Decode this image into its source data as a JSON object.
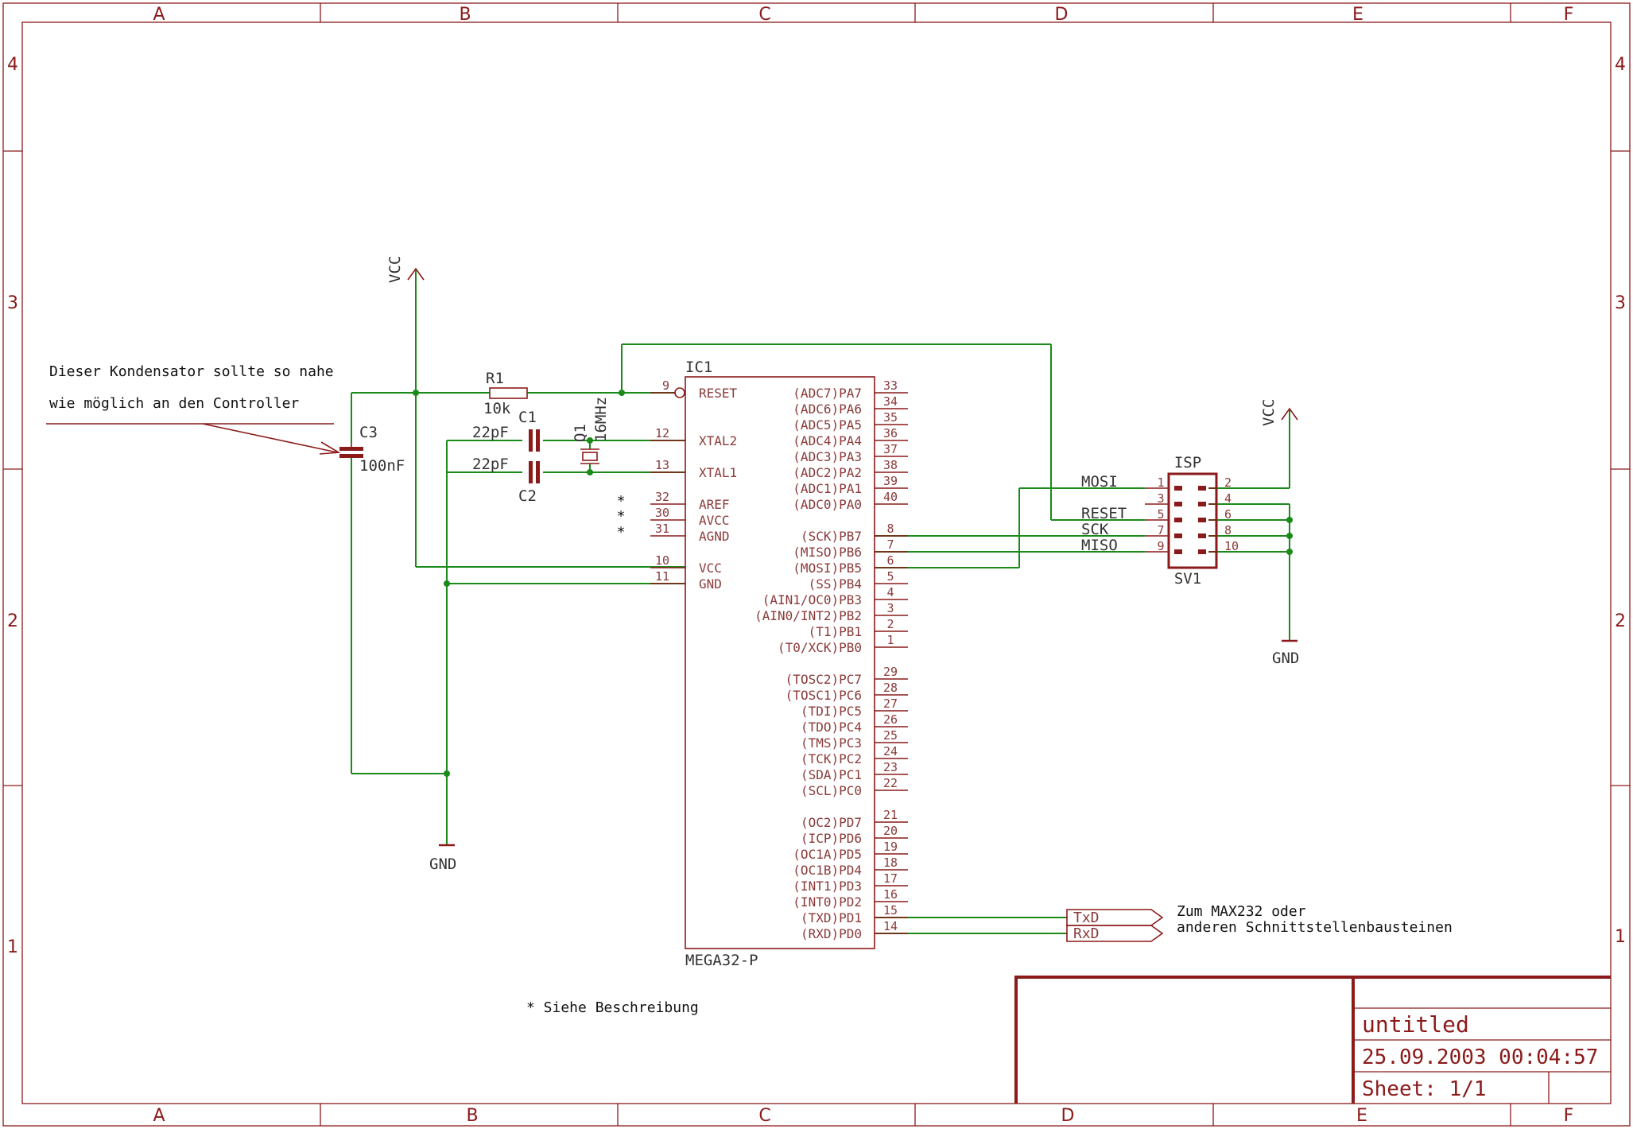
{
  "frame": {
    "columns": [
      "A",
      "B",
      "C",
      "D",
      "E",
      "F"
    ],
    "rows": [
      "4",
      "3",
      "2",
      "1"
    ]
  },
  "title_block": {
    "title": "untitled",
    "datetime": "25.09.2003 00:04:57",
    "sheet": "Sheet: 1/1"
  },
  "notes": {
    "capacitor_line1": "Dieser Kondensator sollte so nahe",
    "capacitor_line2": "wie möglich an den Controller",
    "footnote": "* Siehe Beschreibung",
    "uart_line1": "Zum MAX232 oder",
    "uart_line2": "anderen Schnittstellenbausteinen"
  },
  "power": {
    "vcc": "VCC",
    "gnd": "GND"
  },
  "components": {
    "r1": {
      "name": "R1",
      "value": "10k"
    },
    "c1": {
      "name": "C1",
      "value": "22pF"
    },
    "c2": {
      "name": "C2",
      "value": "22pF"
    },
    "c3": {
      "name": "C3",
      "value": "100nF"
    },
    "q1": {
      "name": "Q1",
      "value": "16MHz"
    },
    "ic1": {
      "name": "IC1",
      "value": "MEGA32-P"
    },
    "isp": {
      "name": "ISP",
      "value": "SV1"
    }
  },
  "ic_left_pins": [
    {
      "num": "9",
      "label": "RESET"
    },
    {
      "num": "12",
      "label": "XTAL2"
    },
    {
      "num": "13",
      "label": "XTAL1"
    },
    {
      "num": "32",
      "label": "AREF"
    },
    {
      "num": "30",
      "label": "AVCC"
    },
    {
      "num": "31",
      "label": "AGND"
    },
    {
      "num": "10",
      "label": "VCC"
    },
    {
      "num": "11",
      "label": "GND"
    }
  ],
  "ic_right_pins": [
    {
      "num": "33",
      "label": "(ADC7)PA7"
    },
    {
      "num": "34",
      "label": "(ADC6)PA6"
    },
    {
      "num": "35",
      "label": "(ADC5)PA5"
    },
    {
      "num": "36",
      "label": "(ADC4)PA4"
    },
    {
      "num": "37",
      "label": "(ADC3)PA3"
    },
    {
      "num": "38",
      "label": "(ADC2)PA2"
    },
    {
      "num": "39",
      "label": "(ADC1)PA1"
    },
    {
      "num": "40",
      "label": "(ADC0)PA0"
    },
    {
      "num": "8",
      "label": "(SCK)PB7"
    },
    {
      "num": "7",
      "label": "(MISO)PB6"
    },
    {
      "num": "6",
      "label": "(MOSI)PB5"
    },
    {
      "num": "5",
      "label": "(SS)PB4"
    },
    {
      "num": "4",
      "label": "(AIN1/OC0)PB3"
    },
    {
      "num": "3",
      "label": "(AIN0/INT2)PB2"
    },
    {
      "num": "2",
      "label": "(T1)PB1"
    },
    {
      "num": "1",
      "label": "(T0/XCK)PB0"
    },
    {
      "num": "29",
      "label": "(TOSC2)PC7"
    },
    {
      "num": "28",
      "label": "(TOSC1)PC6"
    },
    {
      "num": "27",
      "label": "(TDI)PC5"
    },
    {
      "num": "26",
      "label": "(TDO)PC4"
    },
    {
      "num": "25",
      "label": "(TMS)PC3"
    },
    {
      "num": "24",
      "label": "(TCK)PC2"
    },
    {
      "num": "23",
      "label": "(SDA)PC1"
    },
    {
      "num": "22",
      "label": "(SCL)PC0"
    },
    {
      "num": "21",
      "label": "(OC2)PD7"
    },
    {
      "num": "20",
      "label": "(ICP)PD6"
    },
    {
      "num": "19",
      "label": "(OC1A)PD5"
    },
    {
      "num": "18",
      "label": "(OC1B)PD4"
    },
    {
      "num": "17",
      "label": "(INT1)PD3"
    },
    {
      "num": "16",
      "label": "(INT0)PD2"
    },
    {
      "num": "15",
      "label": "(TXD)PD1"
    },
    {
      "num": "14",
      "label": "(RXD)PD0"
    }
  ],
  "isp_pins": {
    "left": [
      "1",
      "3",
      "5",
      "7",
      "9"
    ],
    "right": [
      "2",
      "4",
      "6",
      "8",
      "10"
    ],
    "nets": [
      "MOSI",
      "RESET",
      "SCK",
      "MISO"
    ]
  },
  "uart_labels": [
    "TxD",
    "RxD"
  ],
  "unconnected_mark": "*"
}
